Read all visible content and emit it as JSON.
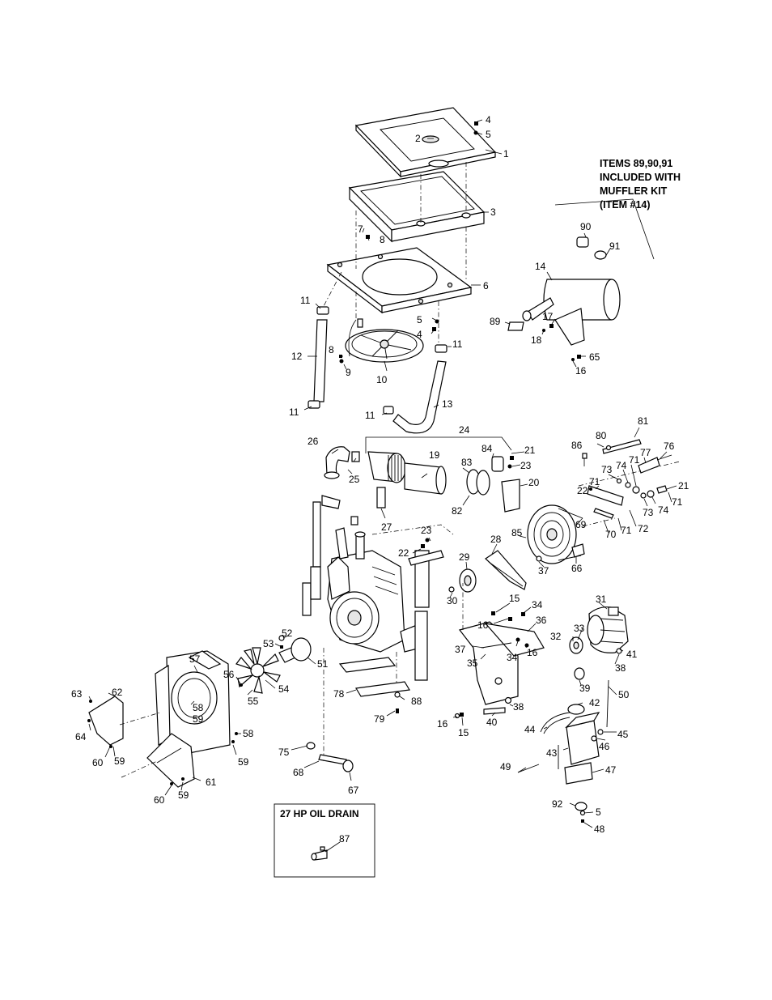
{
  "muffler_note": {
    "lines": [
      "ITEMS 89,90,91",
      "INCLUDED WITH",
      "MUFFLER KIT",
      "(ITEM #14)"
    ]
  },
  "oil_drain_box": {
    "title": "27 HP OIL DRAIN",
    "callout": "87"
  },
  "callouts": [
    {
      "key": "c1",
      "text": "1"
    },
    {
      "key": "c2",
      "text": "2"
    },
    {
      "key": "c3",
      "text": "3"
    },
    {
      "key": "c4a",
      "text": "4"
    },
    {
      "key": "c5a",
      "text": "5"
    },
    {
      "key": "c6",
      "text": "6"
    },
    {
      "key": "c7",
      "text": "7"
    },
    {
      "key": "c8a",
      "text": "8"
    },
    {
      "key": "c11a",
      "text": "11"
    },
    {
      "key": "c5b",
      "text": "5"
    },
    {
      "key": "c4b",
      "text": "4"
    },
    {
      "key": "c12",
      "text": "12"
    },
    {
      "key": "c8b",
      "text": "8"
    },
    {
      "key": "c9",
      "text": "9"
    },
    {
      "key": "c11b",
      "text": "11"
    },
    {
      "key": "c10",
      "text": "10"
    },
    {
      "key": "c11c",
      "text": "11"
    },
    {
      "key": "c11d",
      "text": "11"
    },
    {
      "key": "c13",
      "text": "13"
    },
    {
      "key": "c90",
      "text": "90"
    },
    {
      "key": "c91",
      "text": "91"
    },
    {
      "key": "c14",
      "text": "14"
    },
    {
      "key": "c89",
      "text": "89"
    },
    {
      "key": "c17",
      "text": "17"
    },
    {
      "key": "c18",
      "text": "18"
    },
    {
      "key": "c65",
      "text": "65"
    },
    {
      "key": "c16a",
      "text": "16"
    },
    {
      "key": "c24",
      "text": "24"
    },
    {
      "key": "c26",
      "text": "26"
    },
    {
      "key": "c19",
      "text": "19"
    },
    {
      "key": "c84",
      "text": "84"
    },
    {
      "key": "c21a",
      "text": "21"
    },
    {
      "key": "c83",
      "text": "83"
    },
    {
      "key": "c23a",
      "text": "23"
    },
    {
      "key": "c25",
      "text": "25"
    },
    {
      "key": "c20",
      "text": "20"
    },
    {
      "key": "c82",
      "text": "82"
    },
    {
      "key": "c27",
      "text": "27"
    },
    {
      "key": "c86",
      "text": "86"
    },
    {
      "key": "c80",
      "text": "80"
    },
    {
      "key": "c81",
      "text": "81"
    },
    {
      "key": "c77",
      "text": "77"
    },
    {
      "key": "c76",
      "text": "76"
    },
    {
      "key": "c73a",
      "text": "73"
    },
    {
      "key": "c74a",
      "text": "74"
    },
    {
      "key": "c71a",
      "text": "71"
    },
    {
      "key": "c71b",
      "text": "71"
    },
    {
      "key": "c22a",
      "text": "22"
    },
    {
      "key": "c21b",
      "text": "21"
    },
    {
      "key": "c73b",
      "text": "73"
    },
    {
      "key": "c74b",
      "text": "74"
    },
    {
      "key": "c71c",
      "text": "71"
    },
    {
      "key": "c69",
      "text": "69"
    },
    {
      "key": "c70",
      "text": "70"
    },
    {
      "key": "c71d",
      "text": "71"
    },
    {
      "key": "c72",
      "text": "72"
    },
    {
      "key": "c23b",
      "text": "23"
    },
    {
      "key": "c28",
      "text": "28"
    },
    {
      "key": "c85",
      "text": "85"
    },
    {
      "key": "c22b",
      "text": "22"
    },
    {
      "key": "c29",
      "text": "29"
    },
    {
      "key": "c37a",
      "text": "37"
    },
    {
      "key": "c66",
      "text": "66"
    },
    {
      "key": "c30",
      "text": "30"
    },
    {
      "key": "c15a",
      "text": "15"
    },
    {
      "key": "c34a",
      "text": "34"
    },
    {
      "key": "c31",
      "text": "31"
    },
    {
      "key": "c16b",
      "text": "16"
    },
    {
      "key": "c36",
      "text": "36"
    },
    {
      "key": "c33",
      "text": "33"
    },
    {
      "key": "c32",
      "text": "32"
    },
    {
      "key": "c41",
      "text": "41"
    },
    {
      "key": "c37b",
      "text": "37"
    },
    {
      "key": "c34b",
      "text": "34"
    },
    {
      "key": "c16c",
      "text": "16"
    },
    {
      "key": "c38a",
      "text": "38"
    },
    {
      "key": "c35",
      "text": "35"
    },
    {
      "key": "c39",
      "text": "39"
    },
    {
      "key": "c50",
      "text": "50"
    },
    {
      "key": "c42",
      "text": "42"
    },
    {
      "key": "c38b",
      "text": "38"
    },
    {
      "key": "c52",
      "text": "52"
    },
    {
      "key": "c53",
      "text": "53"
    },
    {
      "key": "c51",
      "text": "51"
    },
    {
      "key": "c57",
      "text": "57"
    },
    {
      "key": "c56",
      "text": "56"
    },
    {
      "key": "c55",
      "text": "55"
    },
    {
      "key": "c54",
      "text": "54"
    },
    {
      "key": "c78",
      "text": "78"
    },
    {
      "key": "c88",
      "text": "88"
    },
    {
      "key": "c79",
      "text": "79"
    },
    {
      "key": "c16d",
      "text": "16"
    },
    {
      "key": "c15b",
      "text": "15"
    },
    {
      "key": "c40",
      "text": "40"
    },
    {
      "key": "c44",
      "text": "44"
    },
    {
      "key": "c45",
      "text": "45"
    },
    {
      "key": "c46",
      "text": "46"
    },
    {
      "key": "c43",
      "text": "43"
    },
    {
      "key": "c63",
      "text": "63"
    },
    {
      "key": "c62",
      "text": "62"
    },
    {
      "key": "c58a",
      "text": "58"
    },
    {
      "key": "c59a",
      "text": "59"
    },
    {
      "key": "c64",
      "text": "64"
    },
    {
      "key": "c60a",
      "text": "60"
    },
    {
      "key": "c59b",
      "text": "59"
    },
    {
      "key": "c58b",
      "text": "58"
    },
    {
      "key": "c59c",
      "text": "59"
    },
    {
      "key": "c75",
      "text": "75"
    },
    {
      "key": "c68",
      "text": "68"
    },
    {
      "key": "c67",
      "text": "67"
    },
    {
      "key": "c49",
      "text": "49"
    },
    {
      "key": "c47",
      "text": "47"
    },
    {
      "key": "c61",
      "text": "61"
    },
    {
      "key": "c60b",
      "text": "60"
    },
    {
      "key": "c59d",
      "text": "59"
    },
    {
      "key": "c92",
      "text": "92"
    },
    {
      "key": "c5c",
      "text": "5"
    },
    {
      "key": "c48",
      "text": "48"
    }
  ]
}
